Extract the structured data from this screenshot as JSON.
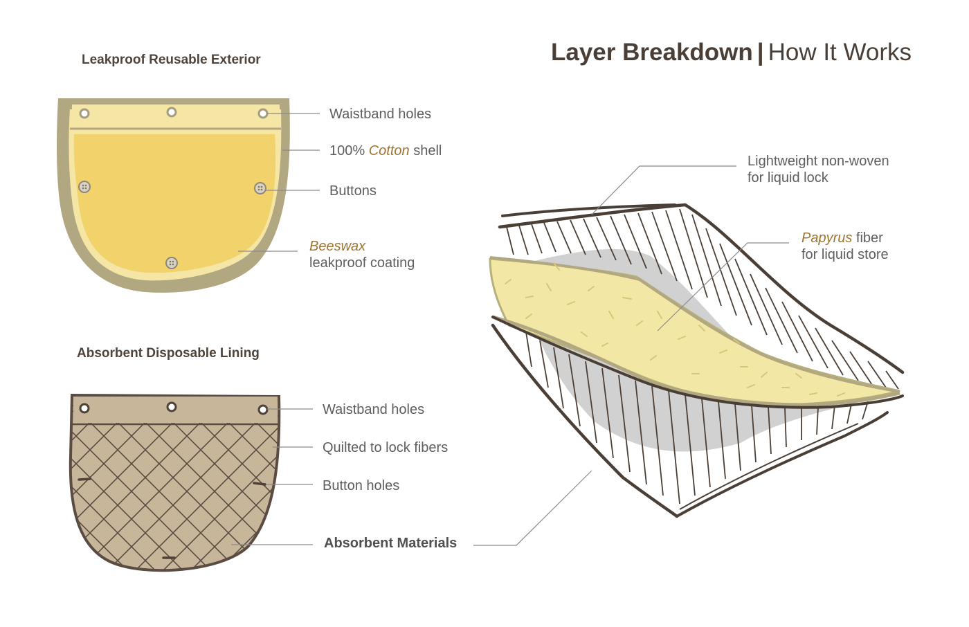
{
  "header": {
    "title_bold": "Layer Breakdown",
    "separator": "|",
    "title_light": "How It Works"
  },
  "exterior": {
    "title": "Leakproof Reusable Exterior",
    "labels": {
      "waistband": "Waistband holes",
      "shell_pre": "100% ",
      "shell_accent": "Cotton",
      "shell_post": " shell",
      "buttons": "Buttons",
      "coating_accent": "Beeswax",
      "coating_line2": "leakproof coating"
    }
  },
  "lining": {
    "title": "Absorbent Disposable Lining",
    "labels": {
      "waistband": "Waistband holes",
      "quilted": "Quilted to lock fibers",
      "button_holes": "Button holes",
      "absorbent": "Absorbent Materials"
    }
  },
  "layers": {
    "top_line1": "Lightweight non-woven",
    "top_line2": "for liquid lock",
    "fiber_accent": "Papyrus",
    "fiber_post": " fiber",
    "fiber_line2": "for liquid store"
  },
  "colors": {
    "exterior_border": "#b1a780",
    "exterior_fill": "#f2d36b",
    "exterior_band": "#f5e6a6",
    "lining_fill": "#c7b699",
    "lining_outline": "#5a4c42",
    "fiber_fill": "#f3e7a6",
    "accent_text": "#a0742f"
  }
}
